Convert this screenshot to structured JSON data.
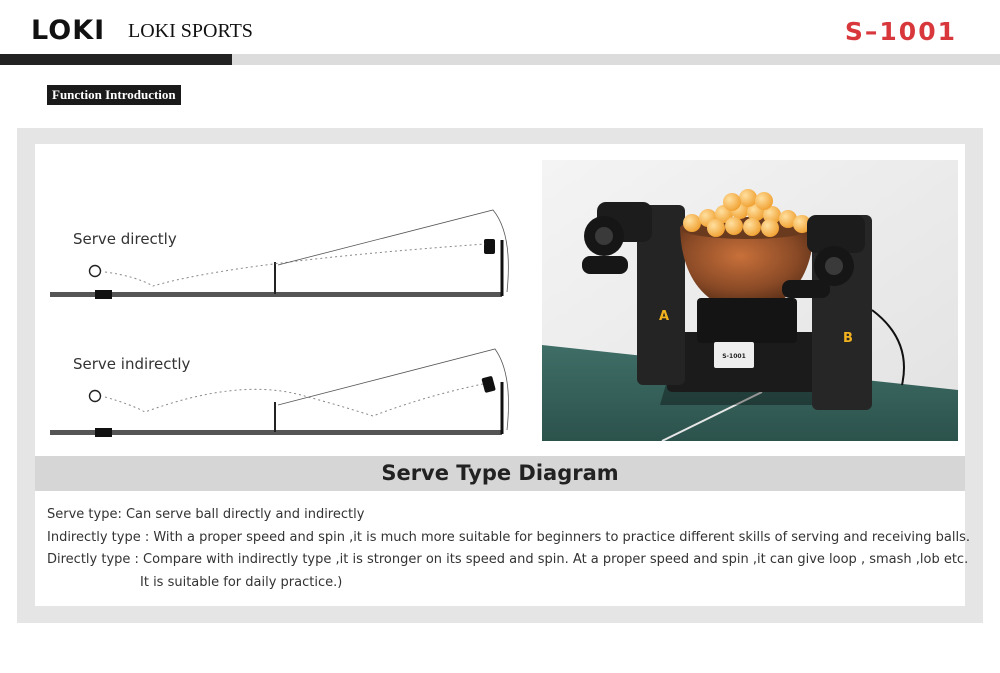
{
  "header": {
    "logo": "LOKI",
    "brand": "LOKI SPORTS",
    "model": "S–1001",
    "accent_color": "#d8383c"
  },
  "section_label": "Function Introduction",
  "diagram": {
    "direct_label": "Serve directly",
    "indirect_label": "Serve indirectly"
  },
  "photo": {
    "label_a": "A",
    "label_b": "B",
    "badge_text": "S-1001"
  },
  "caption": "Serve Type Diagram",
  "description": {
    "line1": "Serve type: Can serve ball directly and indirectly",
    "line2": "Indirectly type : With a proper speed and spin ,it is much more suitable for beginners to practice different skills of serving and receiving balls.",
    "line3": "Directly type : Compare with indirectly type ,it is stronger on its speed and spin. At a proper speed and spin ,it can give loop , smash ,lob etc.",
    "line4": "It is suitable for daily practice.)"
  }
}
